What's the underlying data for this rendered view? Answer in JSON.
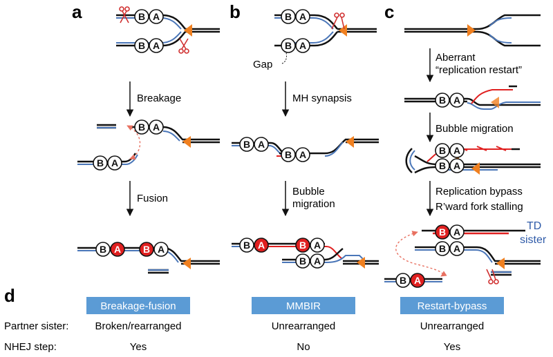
{
  "panels": {
    "a": {
      "letter": "a",
      "step1": "Breakage",
      "step2": "Fusion"
    },
    "b": {
      "letter": "b",
      "gap": "Gap",
      "step1": "MH synapsis",
      "step2_line1": "Bubble",
      "step2_line2": "migration"
    },
    "c": {
      "letter": "c",
      "step1_line1": "Aberrant",
      "step1_line2": "“replication restart”",
      "step2": "Bubble migration",
      "step3_line1": "Replication bypass",
      "step3_line2": "R’ward fork stalling",
      "td_line1": "TD",
      "td_line2": "sister"
    },
    "d": {
      "letter": "d"
    }
  },
  "markers": {
    "b": "B",
    "a": "A"
  },
  "table": {
    "mechanisms": [
      "Breakage-fusion",
      "MMBIR",
      "Restart-bypass"
    ],
    "rows": [
      {
        "label": "Partner sister:",
        "values": [
          "Broken/rearranged",
          "Unrearranged",
          "Unrearranged"
        ]
      },
      {
        "label": "NHEJ step:",
        "values": [
          "Yes",
          "No",
          "Yes"
        ]
      }
    ]
  },
  "colors": {
    "dna": "#111111",
    "strand_blue": "#4a76b8",
    "new_strand_red": "#e02020",
    "origin_orange": "#f08020",
    "label_box": "#5b9bd5",
    "td_text": "#2e5aa8"
  }
}
